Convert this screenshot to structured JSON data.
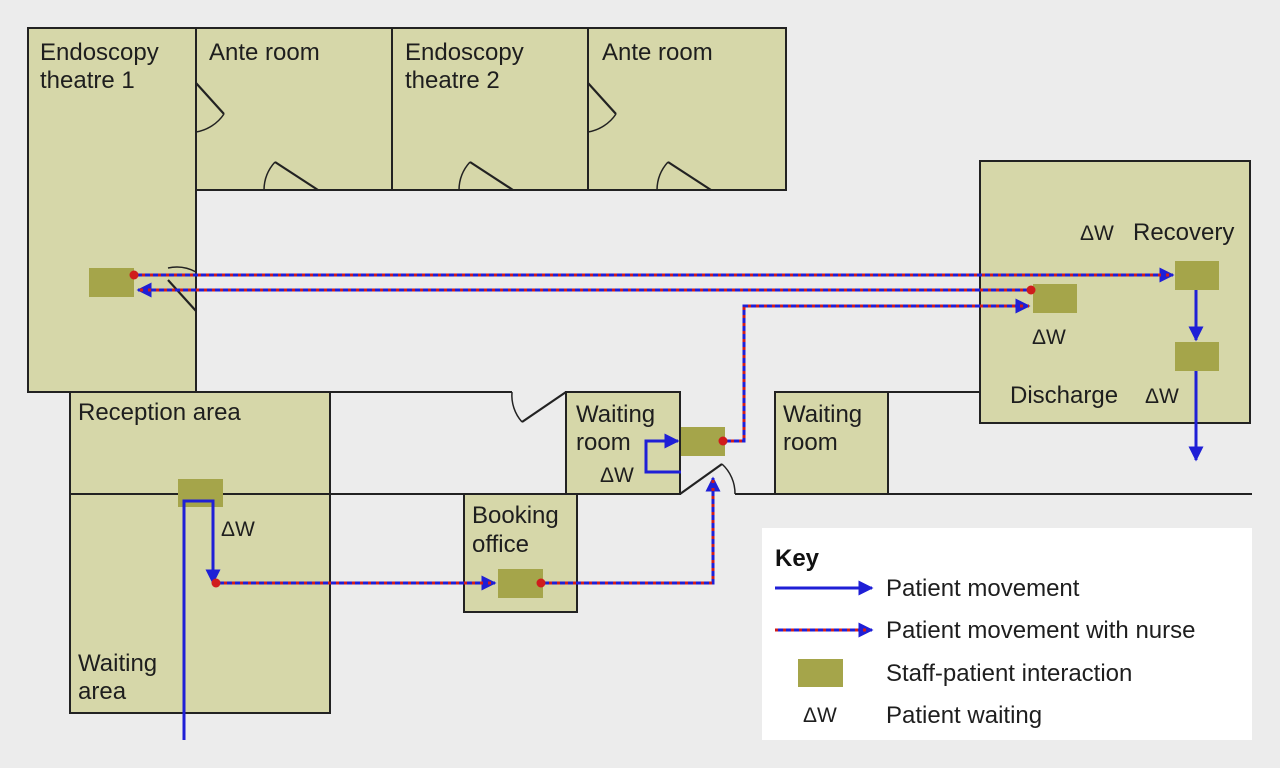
{
  "colors": {
    "background": "#ececec",
    "room_fill": "#d6d7a9",
    "interaction_fill": "#a5a54a",
    "patient_movement": "#1f1fd6",
    "nurse_overlay": "#d01c1c",
    "key_background": "#ffffff"
  },
  "rooms": {
    "endoscopy_theatre_1": [
      "Endoscopy",
      "theatre 1"
    ],
    "ante_room_1": "Ante room",
    "endoscopy_theatre_2": [
      "Endoscopy",
      "theatre 2"
    ],
    "ante_room_2": "Ante room",
    "recovery": "Recovery",
    "discharge": "Discharge",
    "reception_area": "Reception area",
    "waiting_area": [
      "Waiting",
      "area"
    ],
    "waiting_room_1": [
      "Waiting",
      "room"
    ],
    "waiting_room_2": [
      "Waiting",
      "room"
    ],
    "booking_office": [
      "Booking",
      "office"
    ]
  },
  "waiting_symbol": "ΔW",
  "key": {
    "title": "Key",
    "items": [
      {
        "label": "Patient movement",
        "icon": "solid-arrow-icon"
      },
      {
        "label": "Patient movement with nurse",
        "icon": "dashed-arrow-icon"
      },
      {
        "label": "Staff-patient interaction",
        "icon": "interaction-box-icon"
      },
      {
        "label": "Patient waiting",
        "icon": "waiting-symbol",
        "symbol": "ΔW"
      }
    ]
  }
}
